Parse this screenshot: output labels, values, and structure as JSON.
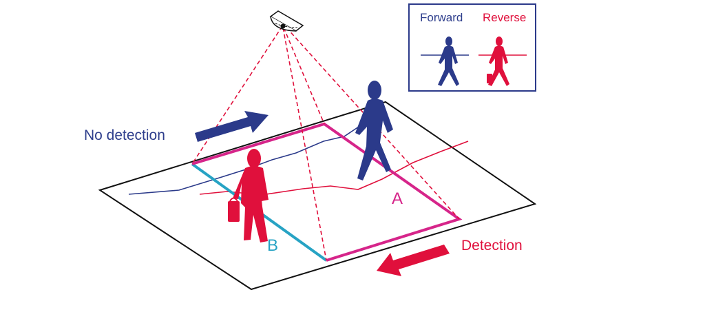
{
  "labels": {
    "no_detection": "No detection",
    "detection": "Detection",
    "zone_a": "A",
    "zone_b": "B"
  },
  "legend": {
    "forward": "Forward",
    "reverse": "Reverse"
  },
  "colors": {
    "forward": "#2b3a8a",
    "reverse": "#e0103c",
    "zone_a": "#d6258a",
    "zone_b": "#27a3c4",
    "floor": "#111111",
    "beam": "#e0103c"
  },
  "icons": {
    "sensor": "ceiling-sensor-icon",
    "forward_walker": "walking-person-icon",
    "reverse_walker": "walking-person-with-bag-icon",
    "forward_arrow": "arrow-right-icon",
    "reverse_arrow": "arrow-left-icon"
  }
}
